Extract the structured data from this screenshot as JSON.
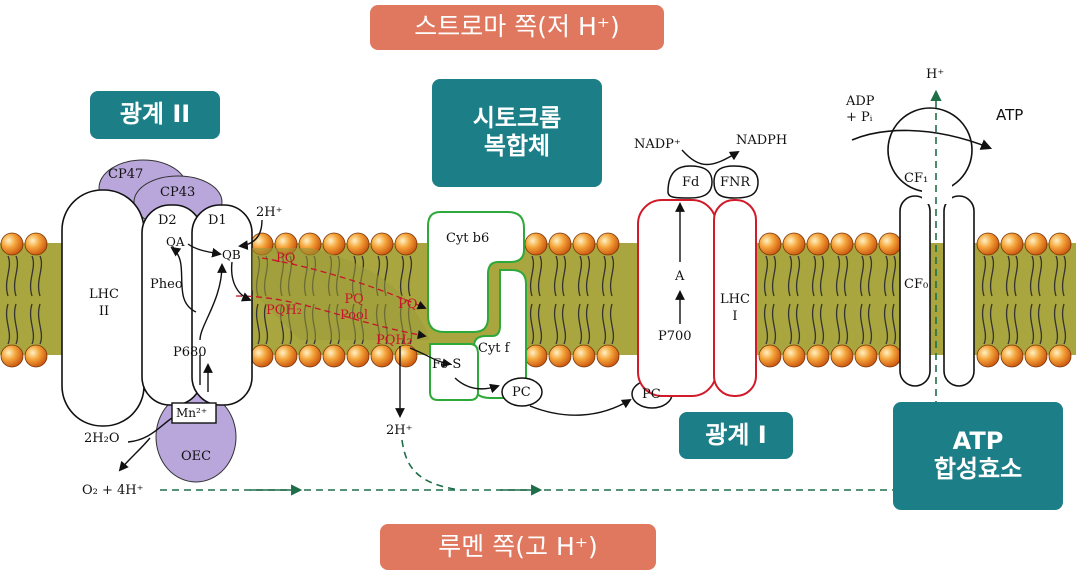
{
  "tags": {
    "stroma": "스트로마 쪽(저 H⁺)",
    "lumen": "루멘 쪽(고 H⁺)",
    "ps2": "광계 II",
    "cytb6f": "시토크롬\n복합체",
    "ps1": "광계 I",
    "atp_synthase": "ATP\n합성효소"
  },
  "labels": {
    "cp47": "CP47",
    "cp43": "CP43",
    "lhc2": "LHC\nII",
    "d2": "D2",
    "d1": "D1",
    "qa": "QA",
    "qb": "QB",
    "pheo": "Pheo",
    "p680": "P680",
    "mn": "Mn²⁺",
    "oec": "OEC",
    "h2o": "2H₂O",
    "o2": "O₂ + 4H⁺",
    "h_in_stroma": "2H⁺",
    "h_lumen": "2H⁺",
    "pq": "PQ",
    "pqh2": "PQH₂",
    "pq_pool": "PQ\nPool",
    "pq2": "PQ",
    "pqh2_2": "PQH₂",
    "cytb6": "Cyt b6",
    "cytf": "Cyt f",
    "fes": "Fe-S",
    "pc1": "PC",
    "pc2": "PC",
    "nadp": "NADP⁺",
    "nadph": "NADPH",
    "fd": "Fd",
    "fnr": "FNR",
    "a": "A",
    "p700": "P700",
    "lhc1": "LHC\nI",
    "cf1": "CF₁",
    "cf0": "CF₀",
    "h_top": "H⁺",
    "adp": "ADP\n+ Pᵢ",
    "atp": "ATP"
  },
  "colors": {
    "membrane": "#a9a640",
    "head": "#e8741f",
    "teal": "#1c7f87",
    "salmon": "#e07860",
    "purple": "#b9a7dc",
    "green": "#2fa83a",
    "red": "#c8142a"
  }
}
